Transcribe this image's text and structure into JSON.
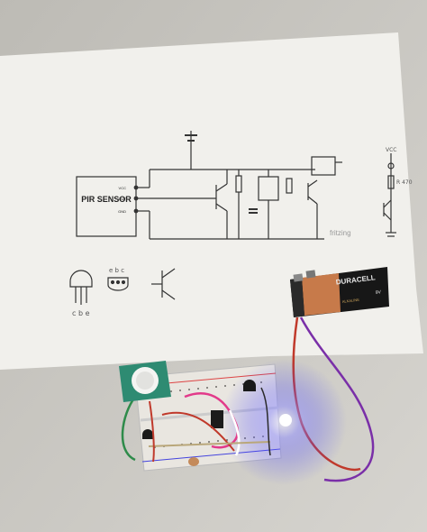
{
  "schematic": {
    "sensor_label": "PIR SENSOR",
    "pin_vcc": "VCC",
    "pin_out": "OUT",
    "pin_gnd": "GND",
    "watermark": "fritzing"
  },
  "margin_notes": {
    "vcc": "VCC",
    "resistor": "R 470",
    "transistor_pins": "c b e",
    "ebc": "e b c"
  },
  "battery": {
    "brand": "DURACELL",
    "voltage": "9V",
    "small_print": "ALKALINE"
  },
  "colors": {
    "paper": "#f1f0ec",
    "table": "#c9c7c0",
    "battery_top": "#c77a4a",
    "battery_body": "#1a1a1a",
    "led_glow": "#6d6bff",
    "pir_board": "#2e8b72",
    "breadboard": "#e9e6e0"
  }
}
